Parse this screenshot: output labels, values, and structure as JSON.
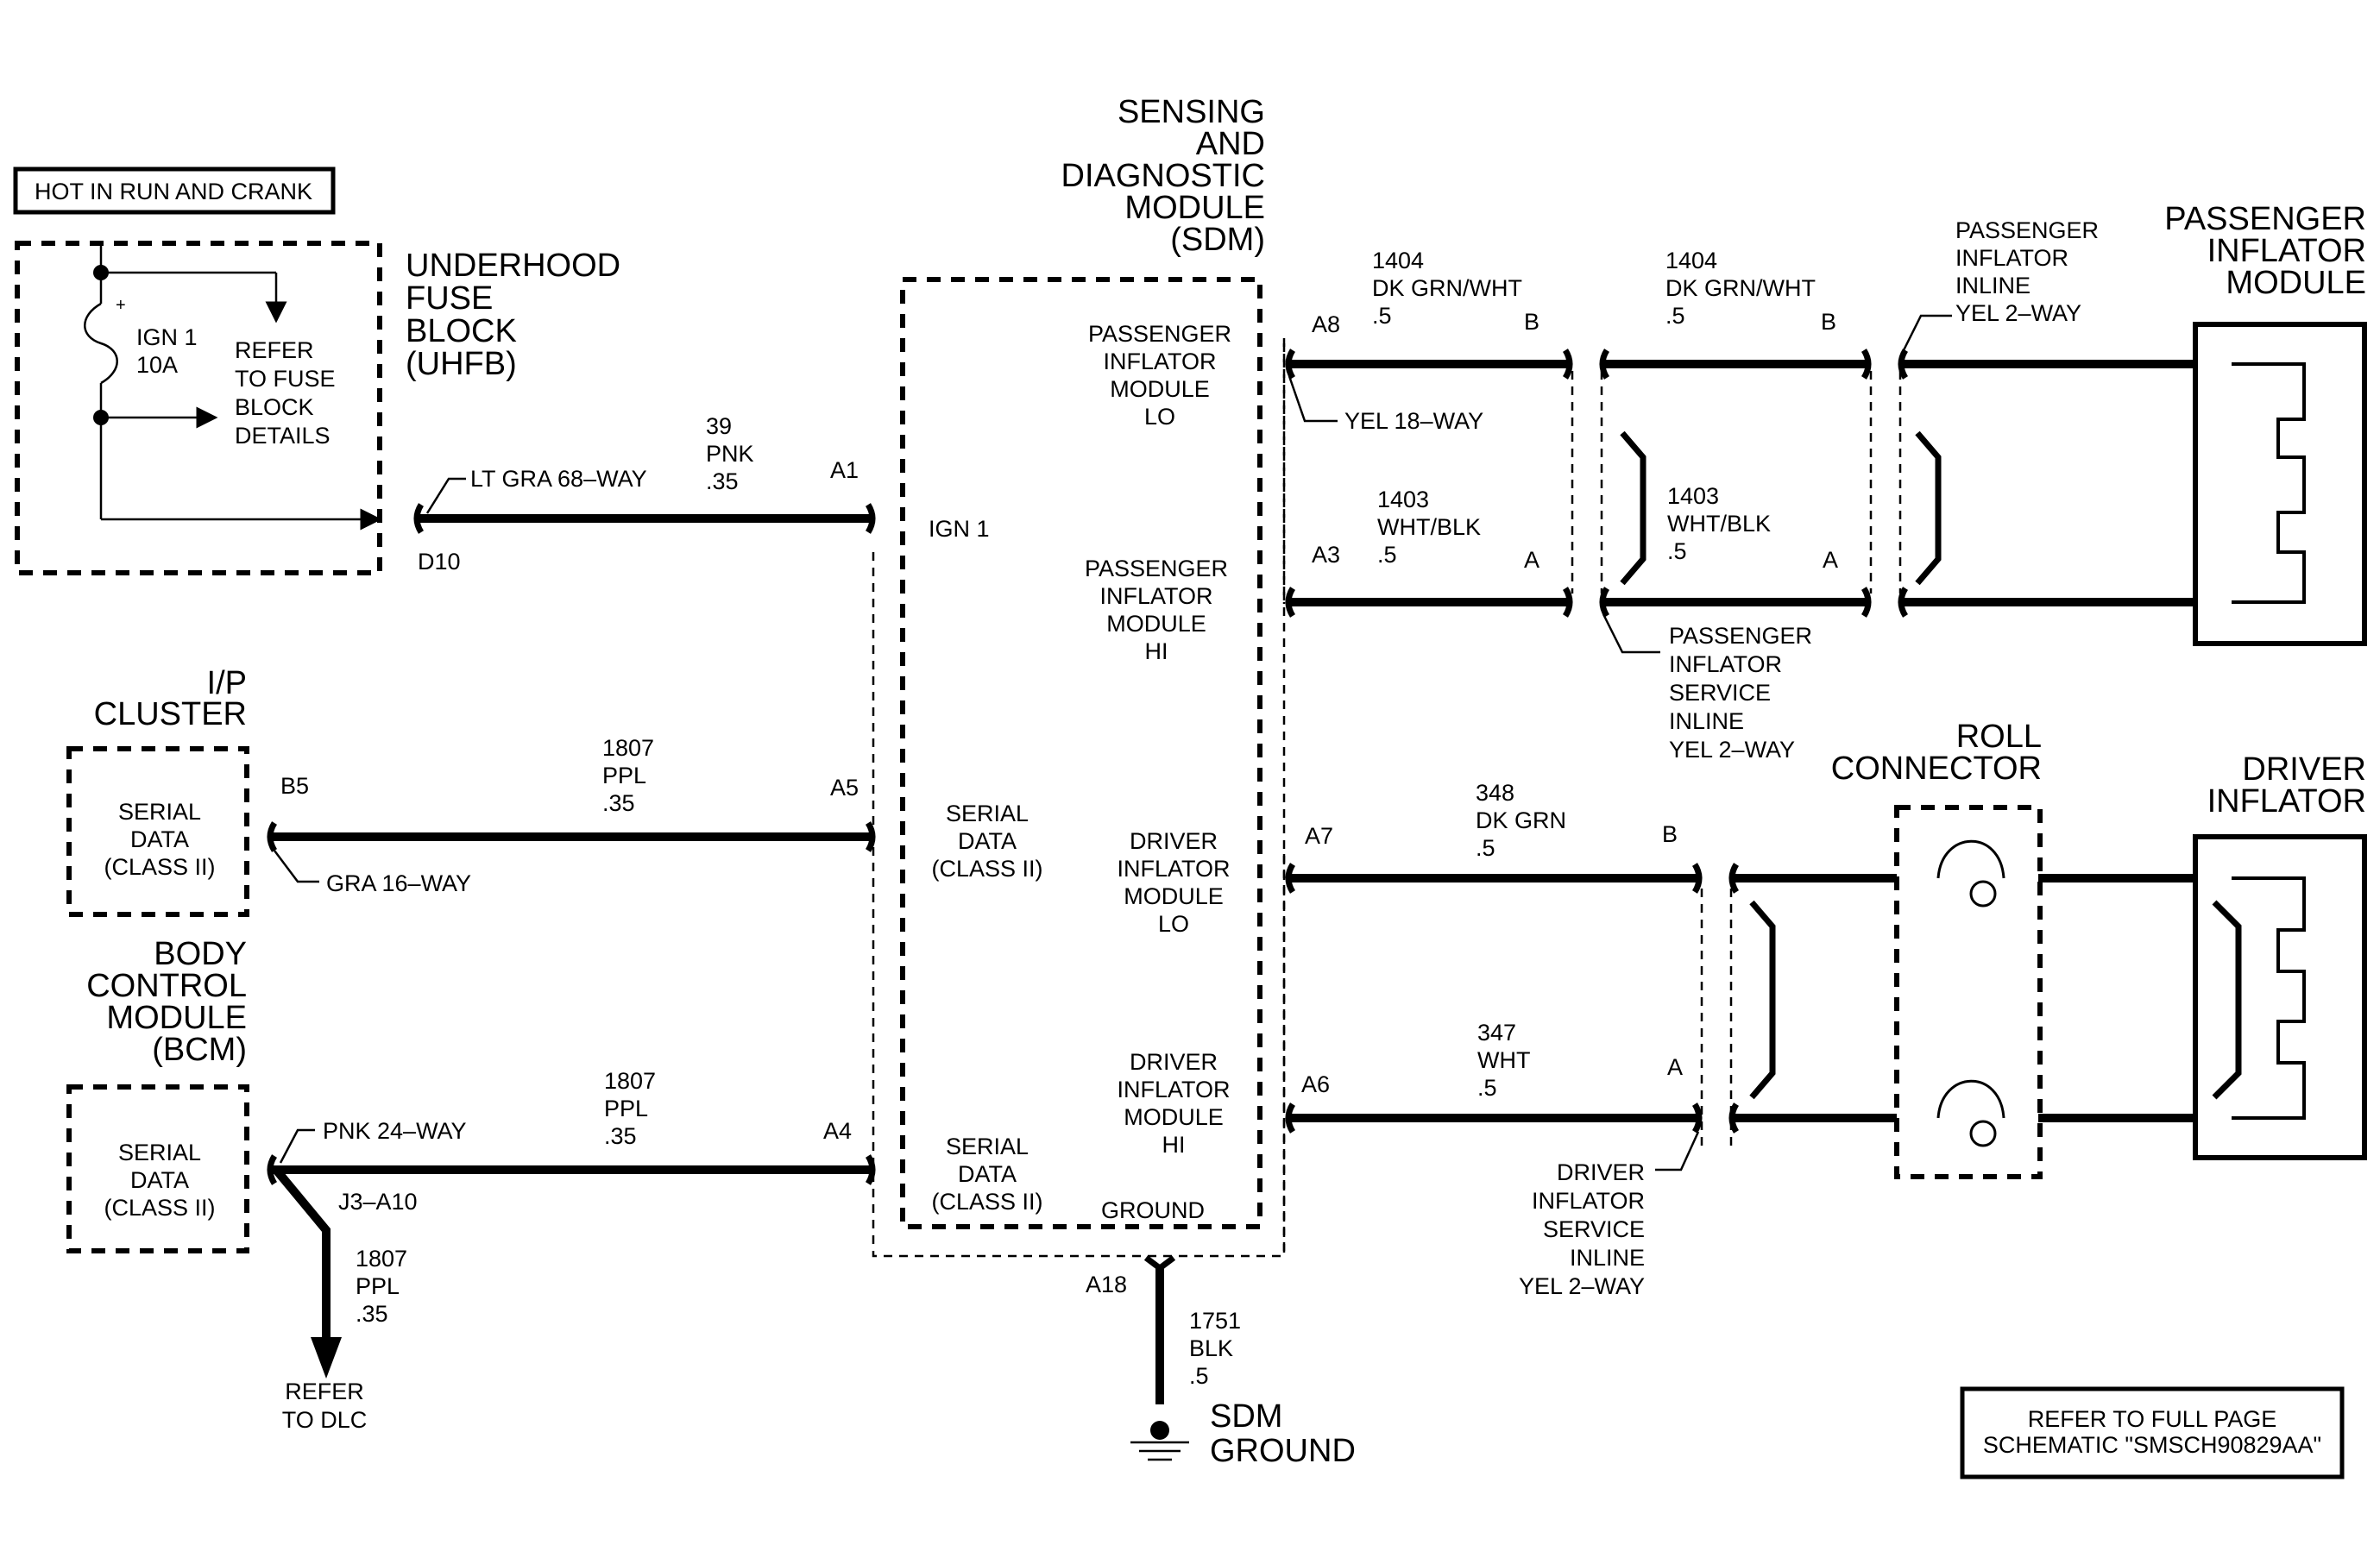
{
  "hot_box": "HOT IN RUN AND CRANK",
  "uhfb": {
    "title": [
      "UNDERHOOD",
      "FUSE",
      "BLOCK",
      "(UHFB)"
    ],
    "fuse": [
      "IGN 1",
      "10A"
    ],
    "plus": "+",
    "refer": [
      "REFER",
      "TO FUSE",
      "BLOCK",
      "DETAILS"
    ],
    "connector": "LT GRA 68–WAY",
    "pin": "D10"
  },
  "sdm": {
    "title": [
      "SENSING",
      "AND",
      "DIAGNOSTIC",
      "MODULE",
      "(SDM)"
    ],
    "ign": "IGN 1",
    "serial_a5": [
      "SERIAL",
      "DATA",
      "(CLASS II)"
    ],
    "serial_a4": [
      "SERIAL",
      "DATA",
      "(CLASS II)"
    ],
    "ground": "GROUND",
    "pass_lo": [
      "PASSENGER",
      "INFLATOR",
      "MODULE",
      "LO"
    ],
    "pass_hi": [
      "PASSENGER",
      "INFLATOR",
      "MODULE",
      "HI"
    ],
    "drv_lo": [
      "DRIVER",
      "INFLATOR",
      "MODULE",
      "LO"
    ],
    "drv_hi": [
      "DRIVER",
      "INFLATOR",
      "MODULE",
      "HI"
    ],
    "connector": "YEL 18–WAY"
  },
  "wires": {
    "ign": {
      "circuit": [
        "39",
        "PNK",
        ".35"
      ],
      "pin": "A1"
    },
    "ip": {
      "circuit": [
        "1807",
        "PPL",
        ".35"
      ],
      "pin_left": "B5",
      "pin_right": "A5",
      "connector": "GRA 16–WAY"
    },
    "bcm": {
      "circuit": [
        "1807",
        "PPL",
        ".35"
      ],
      "pin_right": "A4",
      "connector": "PNK 24–WAY",
      "splice": "J3–A10",
      "down_circuit": [
        "1807",
        "PPL",
        ".35"
      ],
      "refer": [
        "REFER",
        "TO DLC"
      ]
    },
    "gnd": {
      "pin": "A18",
      "circuit": [
        "1751",
        "BLK",
        ".5"
      ],
      "label": [
        "SDM",
        "GROUND"
      ]
    },
    "pass_lo": {
      "pin": "A8",
      "circuit1": [
        "1404",
        "DK GRN/WHT",
        ".5"
      ],
      "circuit2": [
        "1404",
        "DK GRN/WHT",
        ".5"
      ],
      "b1": "B",
      "b2": "B"
    },
    "pass_hi": {
      "pin": "A3",
      "circuit1": [
        "1403",
        "WHT/BLK",
        ".5"
      ],
      "circuit2": [
        "1403",
        "WHT/BLK",
        ".5"
      ],
      "a1": "A",
      "a2": "A"
    },
    "drv_lo": {
      "pin": "A7",
      "circuit": [
        "348",
        "DK GRN",
        ".5"
      ],
      "b": "B"
    },
    "drv_hi": {
      "pin": "A6",
      "circuit": [
        "347",
        "WHT",
        ".5"
      ],
      "a": "A"
    }
  },
  "ip_cluster": {
    "title": [
      "I/P",
      "CLUSTER"
    ],
    "box": [
      "SERIAL",
      "DATA",
      "(CLASS II)"
    ]
  },
  "bcm": {
    "title": [
      "BODY",
      "CONTROL",
      "MODULE",
      "(BCM)"
    ],
    "box": [
      "SERIAL",
      "DATA",
      "(CLASS II)"
    ]
  },
  "pass_inline": [
    "PASSENGER",
    "INFLATOR",
    "INLINE",
    "YEL 2–WAY"
  ],
  "pass_service": [
    "PASSENGER",
    "INFLATOR",
    "SERVICE",
    "INLINE",
    "YEL 2–WAY"
  ],
  "drv_service": [
    "DRIVER",
    "INFLATOR",
    "SERVICE",
    "INLINE",
    "YEL 2–WAY"
  ],
  "pass_module": [
    "PASSENGER",
    "INFLATOR",
    "MODULE"
  ],
  "drv_inflator": [
    "DRIVER",
    "INFLATOR"
  ],
  "roll": [
    "ROLL",
    "CONNECTOR"
  ],
  "refer_full": [
    "REFER TO FULL PAGE",
    "SCHEMATIC \"SMSCH90829AA\""
  ]
}
